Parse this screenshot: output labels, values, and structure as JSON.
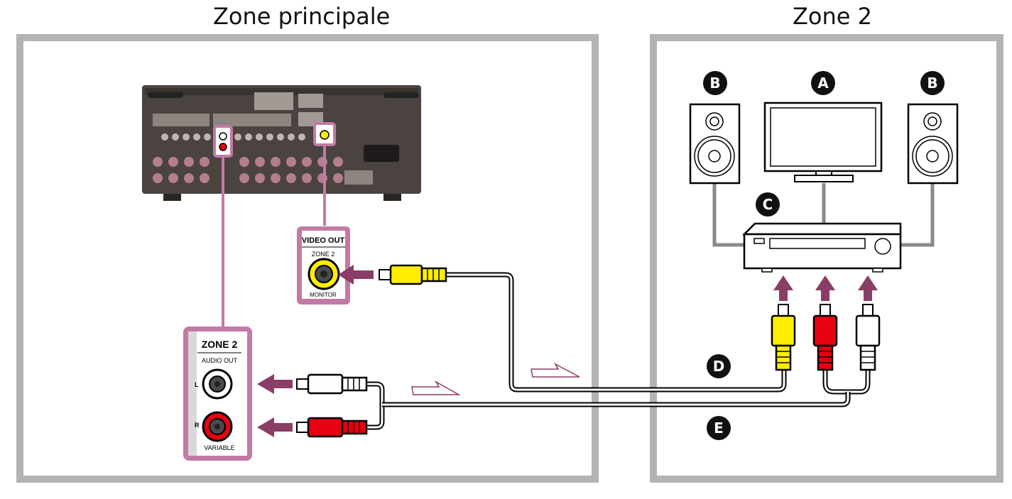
{
  "zones": {
    "main_title": "Zone principale",
    "zone2_title": "Zone 2"
  },
  "video_panel": {
    "header": "VIDEO OUT",
    "sub": "ZONE 2",
    "footer": "MONITOR"
  },
  "audio_panel": {
    "header": "ZONE 2",
    "sub": "AUDIO OUT",
    "left_mark": "L",
    "right_mark": "R",
    "footer": "VARIABLE"
  },
  "badges": {
    "tv": "A",
    "speaker_left": "B",
    "speaker_right": "B",
    "amplifier": "C",
    "video_cable": "D",
    "audio_cable": "E"
  },
  "colors": {
    "frame": "#b3b3b3",
    "highlight": "#c27aa5",
    "arrow": "#8a3d66",
    "yellow_plug": "#ffee00",
    "red_plug": "#e60012",
    "white_plug": "#ffffff",
    "receiver_body": "#4a4340"
  }
}
